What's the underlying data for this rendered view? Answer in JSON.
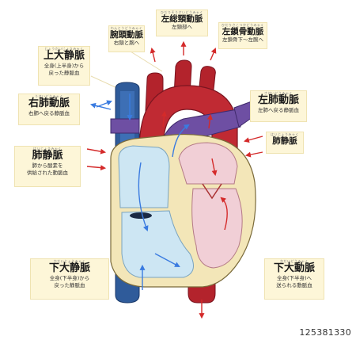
{
  "labels": {
    "brachiocephalic": {
      "ruby": "わんとうどうみゃく",
      "title": "腕頭動脈",
      "desc": "右頸と腕へ"
    },
    "left_carotid": {
      "ruby": "ひだりそうけいどうみゃく",
      "title": "左総頸動脈",
      "desc": "左頸部へ"
    },
    "left_subclavian": {
      "ruby": "ひだりさこつかどうみゃく",
      "title": "左鎖骨動脈",
      "desc": "左鎖骨下～左腕へ"
    },
    "svc": {
      "ruby": "じょうだいじょうみゃく",
      "title": "上大静脈",
      "desc1": "全身(上半身)から",
      "desc2": "戻った静脈血"
    },
    "right_pa": {
      "ruby": "うはいどうみゃく",
      "title": "右肺動脈",
      "desc": "右肺へ戻る静脈血"
    },
    "left_pa": {
      "ruby": "さはいどうみゃく",
      "title": "左肺動脈",
      "desc": "左肺へ戻る静脈血"
    },
    "pulm_vein_left": {
      "ruby": "はいじょうみゃく",
      "title": "肺静脈",
      "desc1": "肺から酸素を",
      "desc2": "供給された動脈血"
    },
    "pulm_vein_right": {
      "ruby": "はいじょうみゃく",
      "title": "肺静脈"
    },
    "ivc": {
      "ruby": "かだいじょうみゃく",
      "title": "下大静脈",
      "desc1": "全身(下半身)から",
      "desc2": "戻った静脈血"
    },
    "descending_aorta": {
      "ruby": "かだいどうみゃく",
      "title": "下大動脈",
      "desc1": "全身(下半身)へ",
      "desc2": "送られる動脈血"
    }
  },
  "stock_id": "125381330",
  "colors": {
    "vein_blue": "#2f5b9a",
    "artery_red": "#b3232c",
    "pulmonary_purple": "#6e4fa3",
    "chamber_blue": "#cde6f3",
    "chamber_pink": "#f1cfd6",
    "wall_cream": "#f3e6b8",
    "arrow_red": "#d42a2a",
    "arrow_blue": "#3a7be0"
  }
}
